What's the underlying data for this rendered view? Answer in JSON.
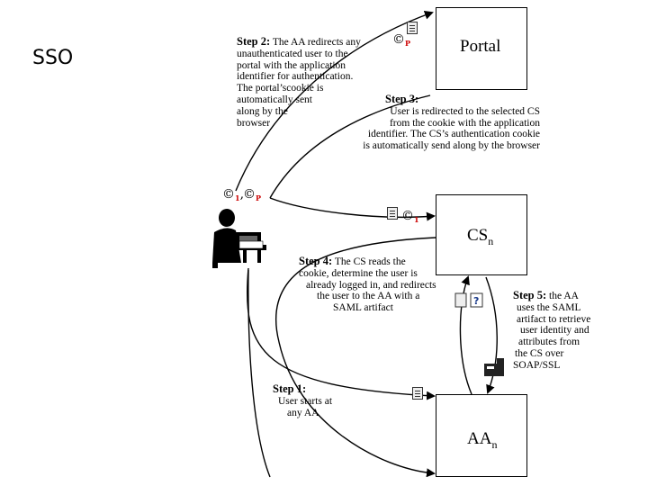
{
  "title": "SSO",
  "boxes": {
    "portal": "Portal",
    "cs": {
      "main": "CS",
      "sub": "n"
    },
    "aa": {
      "main": "AA",
      "sub": "n"
    }
  },
  "steps": {
    "step1": {
      "label": "Step 1:",
      "lines": [
        "User starts at",
        "any AA"
      ]
    },
    "step2": {
      "label": "Step 2:",
      "first": "The AA redirects any",
      "lines": [
        "unauthenticated user to the",
        "portal with the application",
        "identifier for authentication.",
        "The portal’scookie is",
        "automatically sent",
        "along by the",
        "browser"
      ]
    },
    "step3": {
      "label": "Step 3:",
      "lines": [
        "User is redirected to the selected CS",
        "from the cookie with the application",
        "identifier.  The CS’s authentication cookie",
        "is automatically send along by the browser"
      ]
    },
    "step4": {
      "label": "Step 4:",
      "first": "The CS reads the",
      "lines": [
        "cookie, determine the user is",
        "already logged in, and redirects",
        "the user to the AA with a",
        "SAML artifact"
      ]
    },
    "step5": {
      "label": "Step 5:",
      "first": "the AA",
      "lines": [
        "uses the SAML",
        "artifact to retrieve",
        "user identity and",
        "attributes from",
        "the CS over",
        "SOAP/SSL"
      ]
    }
  },
  "cookies": {
    "portal_cookie": {
      "symbol": "©",
      "sub": "P"
    },
    "cs_cookie": {
      "symbol": "©",
      "sub": "1"
    }
  },
  "colors": {
    "line": "#000000",
    "cookie_sub": "#cc0000"
  }
}
